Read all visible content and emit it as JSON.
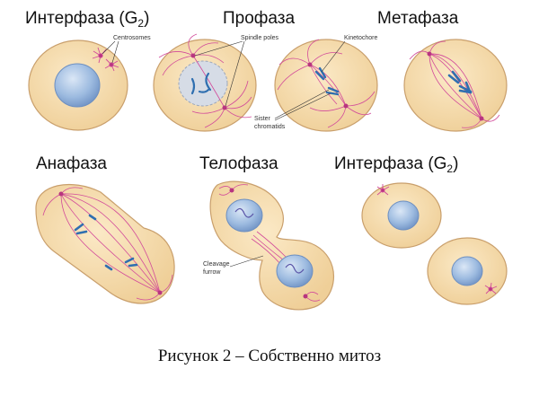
{
  "titles": {
    "interphase_top": {
      "main": "Интерфаза (G",
      "sub": "2",
      "close": ")"
    },
    "prophase": "Профаза",
    "metaphase": "Метафаза",
    "anaphase": "Анафаза",
    "telophase": "Телофаза",
    "interphase_bottom": {
      "main": "Интерфаза (G",
      "sub": "2",
      "close": ")"
    }
  },
  "annotations": {
    "centrosomes": "Centrosomes",
    "spindle_poles": "Spindle poles",
    "kinetochore": "Kinetochore",
    "sister_chromatids_1": "Sister",
    "sister_chromatids_2": "chromatids",
    "cleavage_1": "Cleavage",
    "cleavage_2": "furrow"
  },
  "caption": "Рисунок 2 – Собственно митоз",
  "colors": {
    "cytoplasm": "#f6dcae",
    "cell_outline": "#caa070",
    "nucleus": "#93b4dc",
    "nucleus_rim": "#6d8fc0",
    "spindle": "#d24a9a",
    "chromatid": "#2f6fb0"
  }
}
